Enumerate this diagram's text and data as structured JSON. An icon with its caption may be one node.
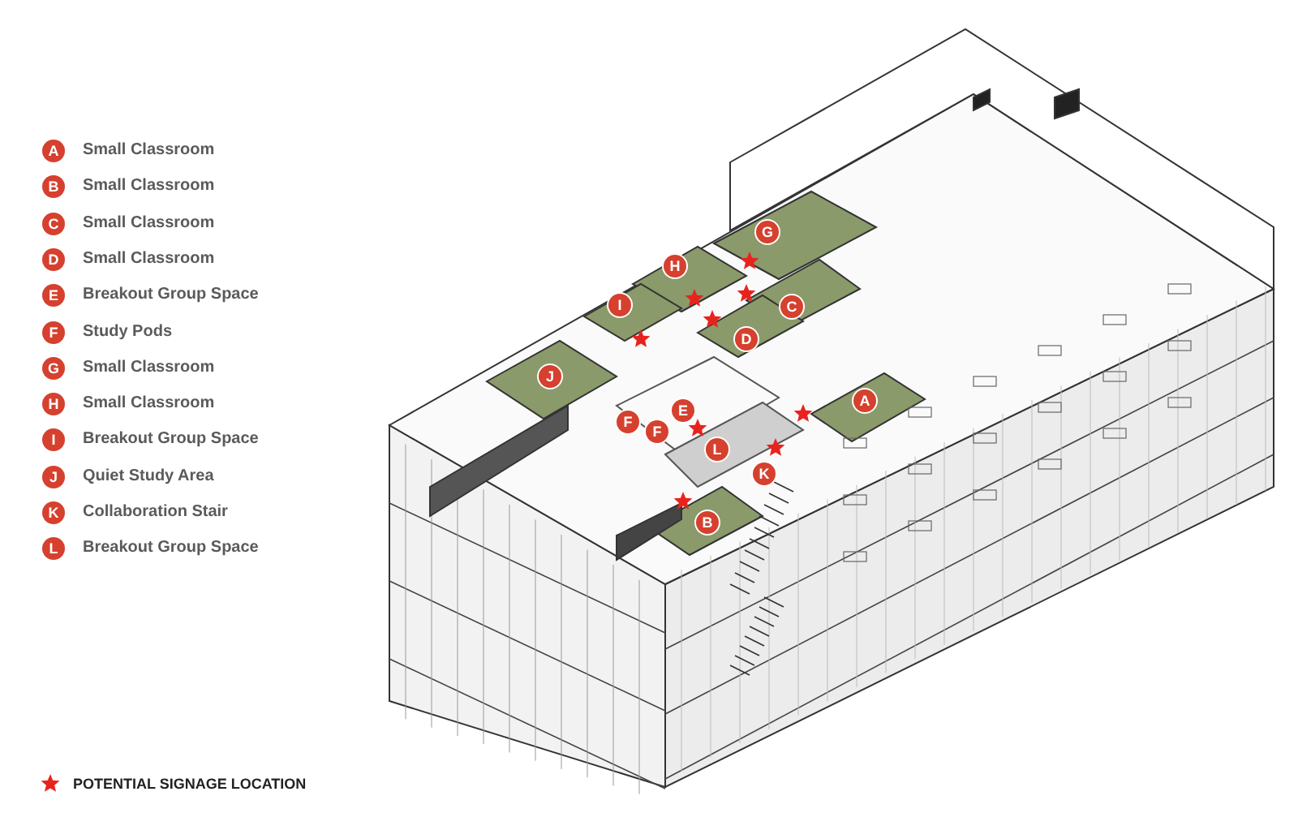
{
  "diagram": {
    "nodes": [
      {
        "text": [
          "A"
        ],
        "beside": [
          "Small Classroom"
        ]
      },
      {
        "text": [
          "B"
        ],
        "beside": [
          "Small Classroom"
        ]
      },
      {
        "text": [
          "C"
        ],
        "beside": [
          "Small Classroom"
        ]
      },
      {
        "text": [
          "D"
        ],
        "beside": [
          "Small Classroom"
        ]
      },
      {
        "text": [
          "E"
        ],
        "beside": [
          "Breakout Group Space"
        ]
      },
      {
        "text": [
          "F"
        ],
        "beside": [
          "Study Pods"
        ]
      },
      {
        "text": [
          "G"
        ],
        "beside": [
          "Small Classroom"
        ]
      },
      {
        "text": [
          "H"
        ],
        "beside": [
          "Small Classroom"
        ]
      },
      {
        "text": [
          "I"
        ],
        "beside": [
          "Breakout Group Space"
        ]
      },
      {
        "text": [
          "J"
        ],
        "beside": [
          "Quiet Study Area"
        ]
      },
      {
        "text": [
          "K"
        ],
        "beside": [
          "Collaboration Stair"
        ]
      },
      {
        "text": [
          "L"
        ],
        "beside": [
          "Breakout Group Space"
        ]
      },
      {
        "text": [
          "G"
        ]
      },
      {
        "text": [
          "H"
        ]
      },
      {
        "text": [
          "I"
        ]
      },
      {
        "text": [
          "C"
        ]
      },
      {
        "text": [
          "D"
        ]
      },
      {
        "text": [
          "J"
        ]
      },
      {
        "text": [
          "A"
        ]
      },
      {
        "text": [
          "E"
        ]
      },
      {
        "text": [
          "F"
        ]
      },
      {
        "text": [
          "F"
        ]
      },
      {
        "text": [
          "L"
        ]
      },
      {
        "text": [
          "K"
        ]
      },
      {
        "text": [
          "B"
        ]
      }
    ],
    "legend": [
      {
        "text": "POTENTIAL SIGNAGE LOCATION"
      }
    ]
  }
}
